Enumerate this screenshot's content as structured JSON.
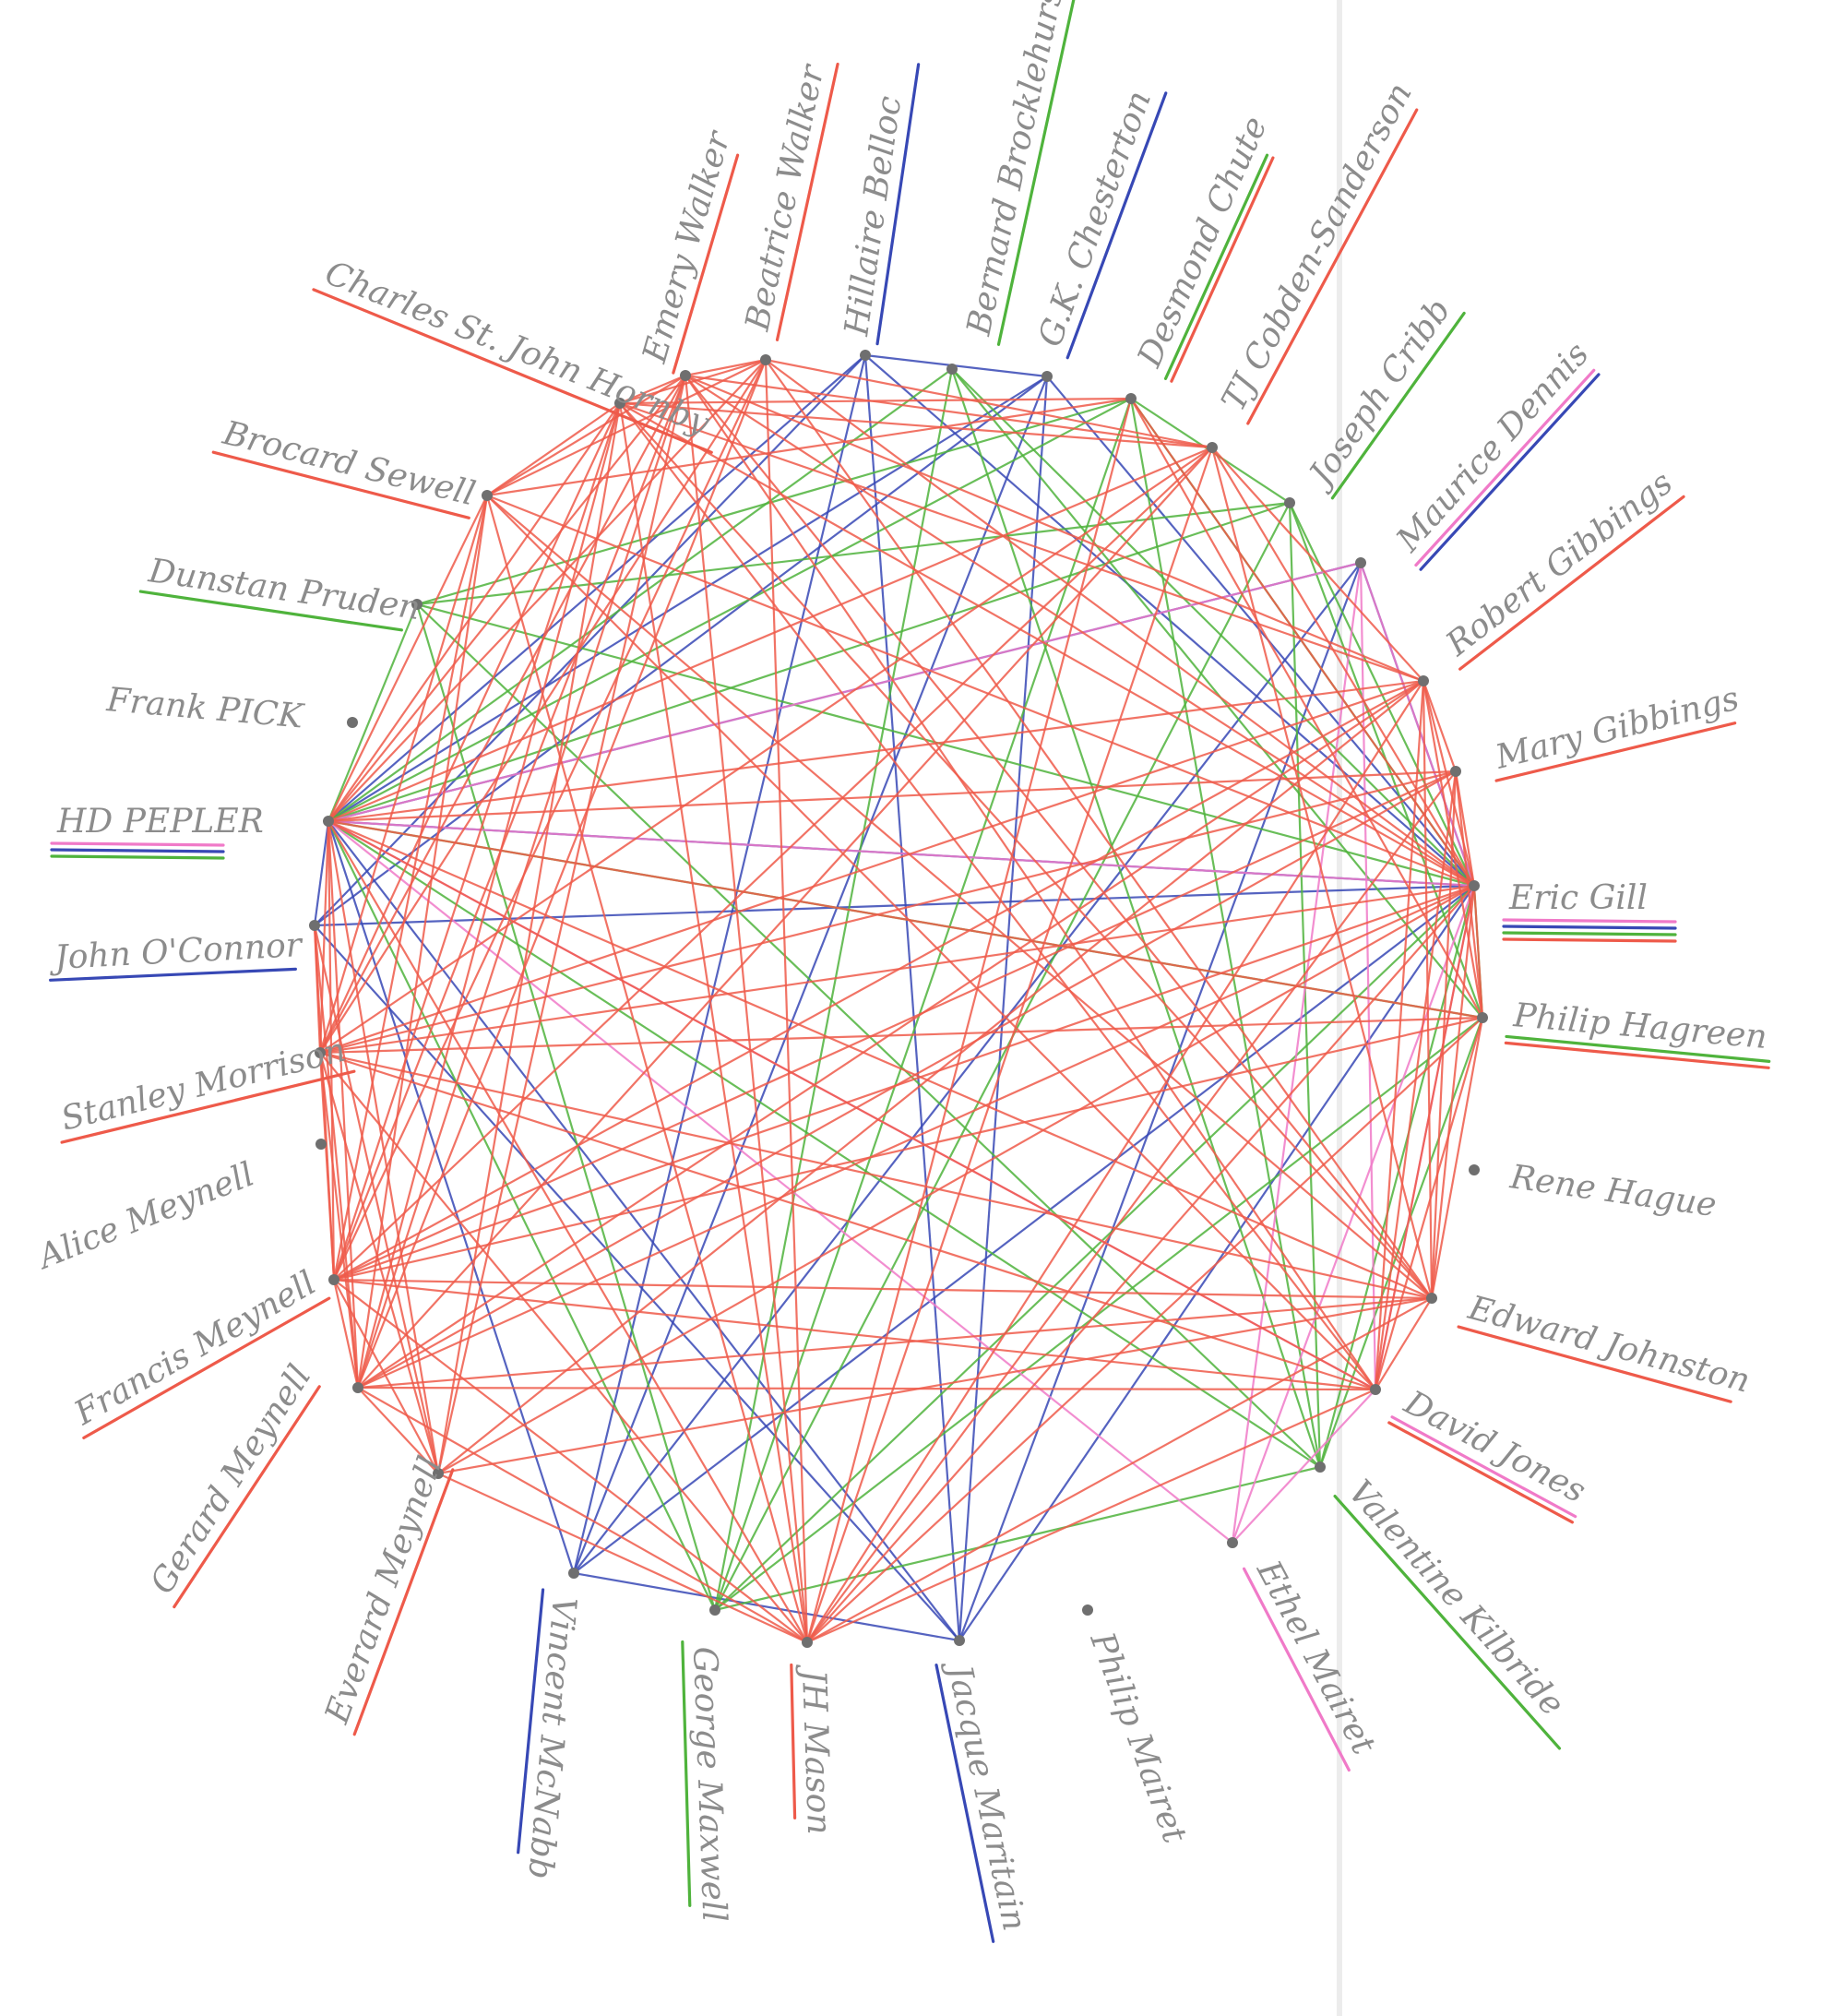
{
  "diagram": {
    "type": "circular network graph (hand-drawn)",
    "link_colors": {
      "red": "#ee5a4a",
      "green": "#4fb33c",
      "blue": "#3748b5",
      "pink": "#f07ac8"
    },
    "people": [
      {
        "id": "HDP",
        "name": "HD PEPLER",
        "underlines": [
          "pink",
          "blue",
          "green"
        ]
      },
      {
        "id": "FP",
        "name": "Frank PICK",
        "underlines": []
      },
      {
        "id": "DP",
        "name": "Dunstan Pruden",
        "underlines": [
          "green"
        ]
      },
      {
        "id": "BS",
        "name": "Brocard Sewell",
        "underlines": [
          "red"
        ]
      },
      {
        "id": "CH",
        "name": "Charles St. John Hornby",
        "underlines": [
          "red"
        ]
      },
      {
        "id": "EW",
        "name": "Emery Walker",
        "underlines": [
          "red"
        ]
      },
      {
        "id": "BW",
        "name": "Beatrice Walker",
        "underlines": [
          "red"
        ]
      },
      {
        "id": "HB",
        "name": "Hillaire Belloc",
        "underlines": [
          "blue"
        ]
      },
      {
        "id": "BB",
        "name": "Bernard Brocklehurst",
        "underlines": [
          "green"
        ]
      },
      {
        "id": "GKC",
        "name": "G.K. Chesterton",
        "underlines": [
          "blue"
        ]
      },
      {
        "id": "DC",
        "name": "Desmond Chute",
        "underlines": [
          "green",
          "red"
        ]
      },
      {
        "id": "TJCS",
        "name": "TJ Cobden-Sanderson",
        "underlines": [
          "red"
        ]
      },
      {
        "id": "JC",
        "name": "Joseph Cribb",
        "underlines": [
          "green"
        ]
      },
      {
        "id": "MD",
        "name": "Maurice Dennis",
        "underlines": [
          "pink",
          "blue"
        ]
      },
      {
        "id": "RG",
        "name": "Robert Gibbings",
        "underlines": [
          "red"
        ]
      },
      {
        "id": "MG",
        "name": "Mary Gibbings",
        "underlines": [
          "red"
        ]
      },
      {
        "id": "EG",
        "name": "Eric Gill",
        "underlines": [
          "pink",
          "blue",
          "green",
          "red"
        ]
      },
      {
        "id": "PH",
        "name": "Philip Hagreen",
        "underlines": [
          "green",
          "red"
        ]
      },
      {
        "id": "RH",
        "name": "Rene Hague",
        "underlines": []
      },
      {
        "id": "EJ",
        "name": "Edward Johnston",
        "underlines": [
          "red"
        ]
      },
      {
        "id": "DJ",
        "name": "David Jones",
        "underlines": [
          "pink",
          "red"
        ]
      },
      {
        "id": "VK",
        "name": "Valentine Kilbride",
        "underlines": [
          "green"
        ]
      },
      {
        "id": "EM",
        "name": "Ethel Mairet",
        "underlines": [
          "pink"
        ]
      },
      {
        "id": "PM",
        "name": "Philip Mairet",
        "underlines": []
      },
      {
        "id": "JMa",
        "name": "Jacque Maritain",
        "underlines": [
          "blue"
        ]
      },
      {
        "id": "JHM",
        "name": "JH Mason",
        "underlines": [
          "red"
        ]
      },
      {
        "id": "GMx",
        "name": "George Maxwell",
        "underlines": [
          "green"
        ]
      },
      {
        "id": "VM",
        "name": "Vincent McNabb",
        "underlines": [
          "blue"
        ]
      },
      {
        "id": "EvM",
        "name": "Everard Meynell",
        "underlines": [
          "red"
        ]
      },
      {
        "id": "GM",
        "name": "Gerard Meynell",
        "underlines": [
          "red"
        ]
      },
      {
        "id": "FM",
        "name": "Francis Meynell",
        "underlines": [
          "red"
        ]
      },
      {
        "id": "AM",
        "name": "Alice Meynell",
        "underlines": []
      },
      {
        "id": "SM",
        "name": "Stanley Morrison",
        "underlines": [
          "red"
        ]
      },
      {
        "id": "JO",
        "name": "John O'Connor",
        "underlines": [
          "blue"
        ]
      }
    ],
    "links": [
      [
        "HDP",
        "JO",
        "blue"
      ],
      [
        "HDP",
        "GKC",
        "blue"
      ],
      [
        "HDP",
        "HB",
        "blue"
      ],
      [
        "HDP",
        "MD",
        "blue"
      ],
      [
        "HDP",
        "EG",
        "blue"
      ],
      [
        "HDP",
        "VM",
        "blue"
      ],
      [
        "HDP",
        "JMa",
        "blue"
      ],
      [
        "JO",
        "EG",
        "blue"
      ],
      [
        "JO",
        "HB",
        "blue"
      ],
      [
        "JO",
        "GKC",
        "blue"
      ],
      [
        "JO",
        "JMa",
        "blue"
      ],
      [
        "EG",
        "HB",
        "blue"
      ],
      [
        "EG",
        "GKC",
        "blue"
      ],
      [
        "EG",
        "MD",
        "blue"
      ],
      [
        "EG",
        "VM",
        "blue"
      ],
      [
        "EG",
        "JMa",
        "blue"
      ],
      [
        "HB",
        "GKC",
        "blue"
      ],
      [
        "HB",
        "VM",
        "blue"
      ],
      [
        "GKC",
        "JMa",
        "blue"
      ],
      [
        "MD",
        "VM",
        "blue"
      ],
      [
        "MD",
        "JMa",
        "blue"
      ],
      [
        "VM",
        "JMa",
        "blue"
      ],
      [
        "GKC",
        "VM",
        "blue"
      ],
      [
        "HB",
        "JMa",
        "blue"
      ],
      [
        "HDP",
        "DP",
        "green"
      ],
      [
        "HDP",
        "DC",
        "green"
      ],
      [
        "HDP",
        "JC",
        "green"
      ],
      [
        "HDP",
        "VK",
        "green"
      ],
      [
        "HDP",
        "PH",
        "green"
      ],
      [
        "HDP",
        "GMx",
        "green"
      ],
      [
        "HDP",
        "BB",
        "green"
      ],
      [
        "EG",
        "DP",
        "green"
      ],
      [
        "EG",
        "DC",
        "green"
      ],
      [
        "EG",
        "JC",
        "green"
      ],
      [
        "EG",
        "VK",
        "green"
      ],
      [
        "EG",
        "PH",
        "green"
      ],
      [
        "EG",
        "GMx",
        "green"
      ],
      [
        "EG",
        "BB",
        "green"
      ],
      [
        "DP",
        "DC",
        "green"
      ],
      [
        "DP",
        "JC",
        "green"
      ],
      [
        "DP",
        "VK",
        "green"
      ],
      [
        "DP",
        "GMx",
        "green"
      ],
      [
        "DC",
        "JC",
        "green"
      ],
      [
        "DC",
        "VK",
        "green"
      ],
      [
        "DC",
        "GMx",
        "green"
      ],
      [
        "JC",
        "VK",
        "green"
      ],
      [
        "JC",
        "PH",
        "green"
      ],
      [
        "JC",
        "GMx",
        "green"
      ],
      [
        "VK",
        "PH",
        "green"
      ],
      [
        "VK",
        "GMx",
        "green"
      ],
      [
        "PH",
        "GMx",
        "green"
      ],
      [
        "BB",
        "VK",
        "green"
      ],
      [
        "BB",
        "GMx",
        "green"
      ],
      [
        "BB",
        "PH",
        "green"
      ],
      [
        "HDP",
        "MD",
        "pink"
      ],
      [
        "HDP",
        "EG",
        "pink"
      ],
      [
        "HDP",
        "DJ",
        "pink"
      ],
      [
        "HDP",
        "EM",
        "pink"
      ],
      [
        "EG",
        "MD",
        "pink"
      ],
      [
        "EG",
        "DJ",
        "pink"
      ],
      [
        "EG",
        "EM",
        "pink"
      ],
      [
        "MD",
        "DJ",
        "pink"
      ],
      [
        "MD",
        "EM",
        "pink"
      ],
      [
        "DJ",
        "EM",
        "pink"
      ],
      [
        "HDP",
        "BS",
        "red"
      ],
      [
        "HDP",
        "CH",
        "red"
      ],
      [
        "HDP",
        "EW",
        "red"
      ],
      [
        "HDP",
        "BW",
        "red"
      ],
      [
        "HDP",
        "TJCS",
        "red"
      ],
      [
        "HDP",
        "RG",
        "red"
      ],
      [
        "HDP",
        "MG",
        "red"
      ],
      [
        "HDP",
        "EJ",
        "red"
      ],
      [
        "HDP",
        "SM",
        "red"
      ],
      [
        "HDP",
        "FM",
        "red"
      ],
      [
        "HDP",
        "GM",
        "red"
      ],
      [
        "HDP",
        "EvM",
        "red"
      ],
      [
        "HDP",
        "JHM",
        "red"
      ],
      [
        "HDP",
        "DJ",
        "red"
      ],
      [
        "HDP",
        "PH",
        "red"
      ],
      [
        "EG",
        "BS",
        "red"
      ],
      [
        "EG",
        "CH",
        "red"
      ],
      [
        "EG",
        "EW",
        "red"
      ],
      [
        "EG",
        "BW",
        "red"
      ],
      [
        "EG",
        "TJCS",
        "red"
      ],
      [
        "EG",
        "RG",
        "red"
      ],
      [
        "EG",
        "MG",
        "red"
      ],
      [
        "EG",
        "EJ",
        "red"
      ],
      [
        "EG",
        "SM",
        "red"
      ],
      [
        "EG",
        "FM",
        "red"
      ],
      [
        "EG",
        "GM",
        "red"
      ],
      [
        "EG",
        "EvM",
        "red"
      ],
      [
        "EG",
        "JHM",
        "red"
      ],
      [
        "EG",
        "DJ",
        "red"
      ],
      [
        "EG",
        "PH",
        "red"
      ],
      [
        "EG",
        "DC",
        "red"
      ],
      [
        "JO",
        "SM",
        "red"
      ],
      [
        "JO",
        "FM",
        "red"
      ],
      [
        "JO",
        "GM",
        "red"
      ],
      [
        "JO",
        "EvM",
        "red"
      ],
      [
        "SM",
        "FM",
        "red"
      ],
      [
        "SM",
        "GM",
        "red"
      ],
      [
        "SM",
        "EvM",
        "red"
      ],
      [
        "SM",
        "JHM",
        "red"
      ],
      [
        "SM",
        "EJ",
        "red"
      ],
      [
        "SM",
        "EW",
        "red"
      ],
      [
        "SM",
        "BW",
        "red"
      ],
      [
        "SM",
        "TJCS",
        "red"
      ],
      [
        "SM",
        "RG",
        "red"
      ],
      [
        "SM",
        "MG",
        "red"
      ],
      [
        "SM",
        "CH",
        "red"
      ],
      [
        "SM",
        "BS",
        "red"
      ],
      [
        "SM",
        "DJ",
        "red"
      ],
      [
        "FM",
        "GM",
        "red"
      ],
      [
        "FM",
        "EvM",
        "red"
      ],
      [
        "FM",
        "JHM",
        "red"
      ],
      [
        "FM",
        "EJ",
        "red"
      ],
      [
        "FM",
        "EW",
        "red"
      ],
      [
        "FM",
        "BW",
        "red"
      ],
      [
        "FM",
        "TJCS",
        "red"
      ],
      [
        "FM",
        "RG",
        "red"
      ],
      [
        "FM",
        "MG",
        "red"
      ],
      [
        "FM",
        "CH",
        "red"
      ],
      [
        "FM",
        "BS",
        "red"
      ],
      [
        "FM",
        "DJ",
        "red"
      ],
      [
        "FM",
        "PH",
        "red"
      ],
      [
        "GM",
        "EvM",
        "red"
      ],
      [
        "GM",
        "JHM",
        "red"
      ],
      [
        "GM",
        "EJ",
        "red"
      ],
      [
        "GM",
        "EW",
        "red"
      ],
      [
        "GM",
        "BW",
        "red"
      ],
      [
        "GM",
        "TJCS",
        "red"
      ],
      [
        "GM",
        "RG",
        "red"
      ],
      [
        "GM",
        "MG",
        "red"
      ],
      [
        "GM",
        "CH",
        "red"
      ],
      [
        "GM",
        "BS",
        "red"
      ],
      [
        "EvM",
        "JHM",
        "red"
      ],
      [
        "EvM",
        "EJ",
        "red"
      ],
      [
        "EvM",
        "EW",
        "red"
      ],
      [
        "EvM",
        "RG",
        "red"
      ],
      [
        "EvM",
        "CH",
        "red"
      ],
      [
        "EW",
        "BW",
        "red"
      ],
      [
        "EW",
        "TJCS",
        "red"
      ],
      [
        "EW",
        "EJ",
        "red"
      ],
      [
        "EW",
        "CH",
        "red"
      ],
      [
        "EW",
        "JHM",
        "red"
      ],
      [
        "EW",
        "BS",
        "red"
      ],
      [
        "EW",
        "RG",
        "red"
      ],
      [
        "BW",
        "TJCS",
        "red"
      ],
      [
        "BW",
        "EJ",
        "red"
      ],
      [
        "BW",
        "CH",
        "red"
      ],
      [
        "BW",
        "JHM",
        "red"
      ],
      [
        "BW",
        "BS",
        "red"
      ],
      [
        "TJCS",
        "EJ",
        "red"
      ],
      [
        "TJCS",
        "JHM",
        "red"
      ],
      [
        "TJCS",
        "CH",
        "red"
      ],
      [
        "TJCS",
        "RG",
        "red"
      ],
      [
        "EJ",
        "JHM",
        "red"
      ],
      [
        "EJ",
        "CH",
        "red"
      ],
      [
        "EJ",
        "DJ",
        "red"
      ],
      [
        "EJ",
        "PH",
        "red"
      ],
      [
        "EJ",
        "RG",
        "red"
      ],
      [
        "EJ",
        "BS",
        "red"
      ],
      [
        "RG",
        "MG",
        "red"
      ],
      [
        "RG",
        "JHM",
        "red"
      ],
      [
        "RG",
        "DJ",
        "red"
      ],
      [
        "RG",
        "CH",
        "red"
      ],
      [
        "RG",
        "PH",
        "red"
      ],
      [
        "MG",
        "JHM",
        "red"
      ],
      [
        "MG",
        "DJ",
        "red"
      ],
      [
        "MG",
        "PH",
        "red"
      ],
      [
        "MG",
        "EJ",
        "red"
      ],
      [
        "CH",
        "BS",
        "red"
      ],
      [
        "CH",
        "JHM",
        "red"
      ],
      [
        "CH",
        "DJ",
        "red"
      ],
      [
        "BS",
        "JHM",
        "red"
      ],
      [
        "BS",
        "DJ",
        "red"
      ],
      [
        "PH",
        "DC",
        "red"
      ],
      [
        "PH",
        "DJ",
        "red"
      ],
      [
        "PH",
        "JHM",
        "red"
      ],
      [
        "DC",
        "JHM",
        "red"
      ],
      [
        "DC",
        "BS",
        "red"
      ],
      [
        "DC",
        "CH",
        "red"
      ],
      [
        "JHM",
        "DJ",
        "red"
      ],
      [
        "DJ",
        "EW",
        "red"
      ],
      [
        "SM",
        "PH",
        "red"
      ],
      [
        "GM",
        "DJ",
        "red"
      ]
    ]
  }
}
